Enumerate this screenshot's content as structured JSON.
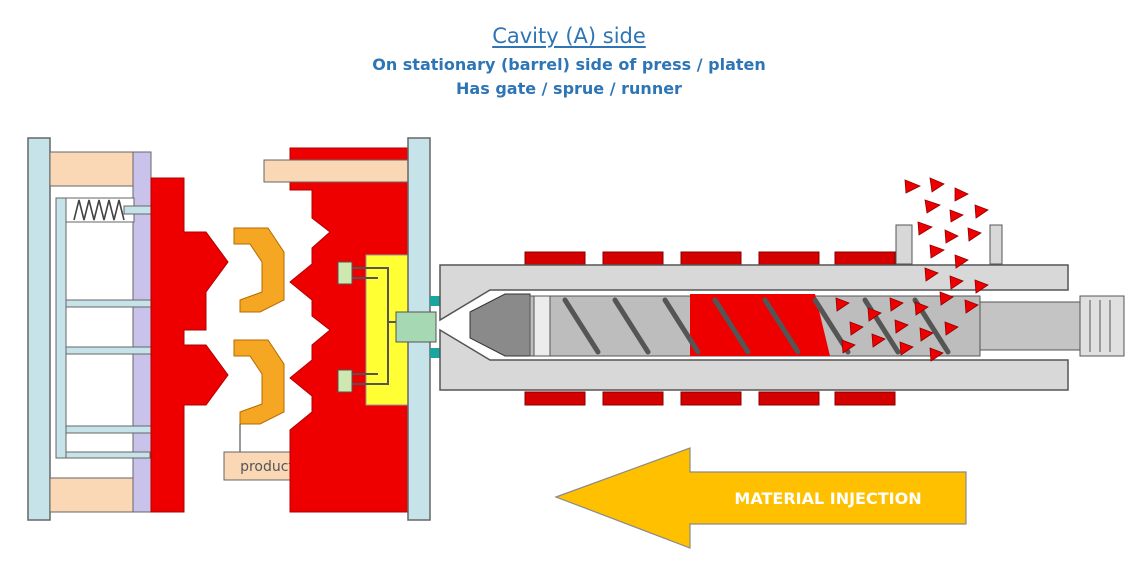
{
  "header": {
    "title": "Cavity (A) side",
    "subtitle_line1": "On stationary (barrel) side of press / platen",
    "subtitle_line2": "Has gate / sprue / runner"
  },
  "mold": {
    "product_label": "product"
  },
  "arrow": {
    "label": "MATERIAL INJECTION"
  },
  "colors": {
    "heading": "#2e75b6",
    "mold_red": "#ee0000",
    "arrow_fill": "#ffc000",
    "product_orange": "#f5a623",
    "runner_yellow": "#ffff33",
    "platen": "#c7e3ea"
  }
}
